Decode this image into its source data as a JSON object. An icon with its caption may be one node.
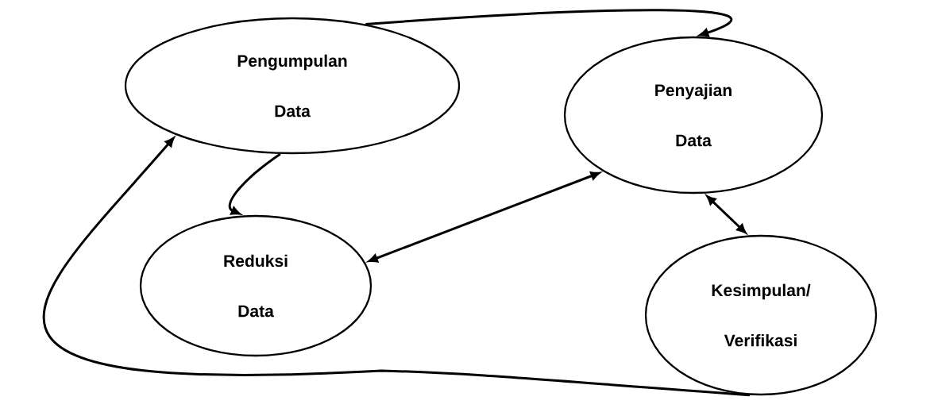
{
  "diagram": {
    "nodes": [
      {
        "text": [
          "Pengumpulan Data"
        ]
      },
      {
        "text": [
          "Penyajian Data"
        ]
      },
      {
        "text": [
          "Reduksi Data"
        ]
      },
      {
        "text": [
          "Kesimpulan/ Verifikasi"
        ]
      }
    ],
    "edges": [
      {
        "from": 0,
        "to": 1,
        "arrow": "to"
      },
      {
        "from": 0,
        "to": 2,
        "arrow": "to"
      },
      {
        "from": 2,
        "to": 1,
        "arrow": "both"
      },
      {
        "from": 1,
        "to": 3,
        "arrow": "both"
      },
      {
        "from": 3,
        "to": 0,
        "arrow": "to"
      }
    ]
  }
}
